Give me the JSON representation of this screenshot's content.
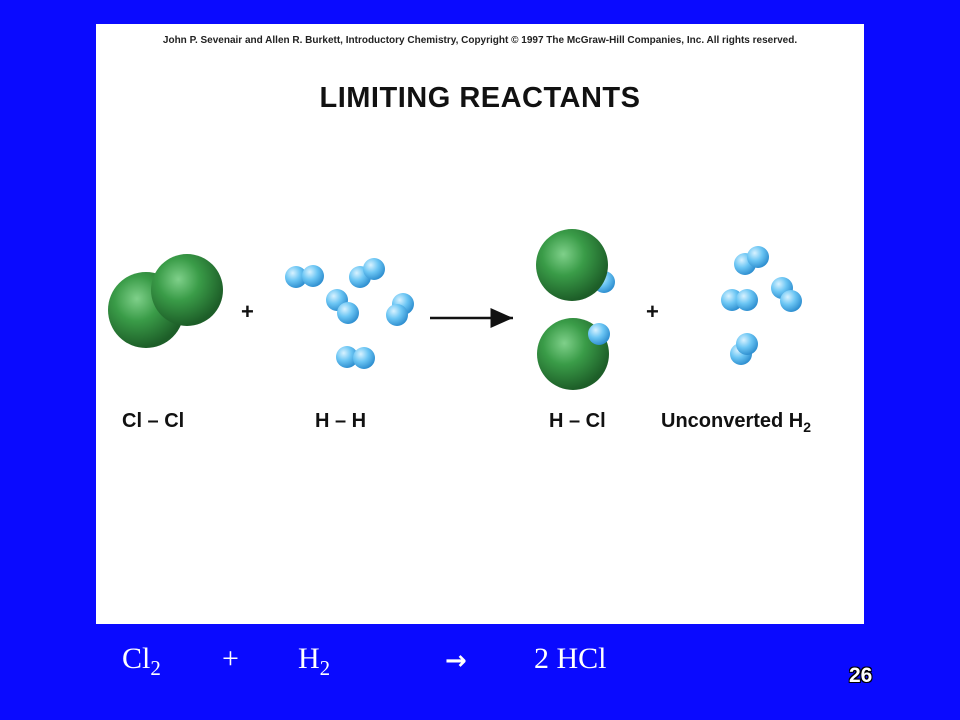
{
  "credit_line": "John P. Sevenair and Allen R. Burkett, Introductory Chemistry, Copyright © 1997 The McGraw-Hill Companies, Inc. All rights reserved.",
  "title": "LIMITING REACTANTS",
  "labels": {
    "reactant1": "Cl – Cl",
    "reactant2": "H – H",
    "product": "H – Cl",
    "leftover": "Unconverted H",
    "leftover_sub": "2"
  },
  "operators": {
    "plus": "+"
  },
  "equation": {
    "reactant1": "Cl",
    "reactant1_sub": "2",
    "plus": "+",
    "reactant2": "H",
    "reactant2_sub": "2",
    "arrow": "→",
    "product": "2 HCl"
  },
  "page_number": "26",
  "colors": {
    "background": "#0a0aff",
    "chlorine": "#2e8b3c",
    "hydrogen": "#5bbcf0"
  }
}
